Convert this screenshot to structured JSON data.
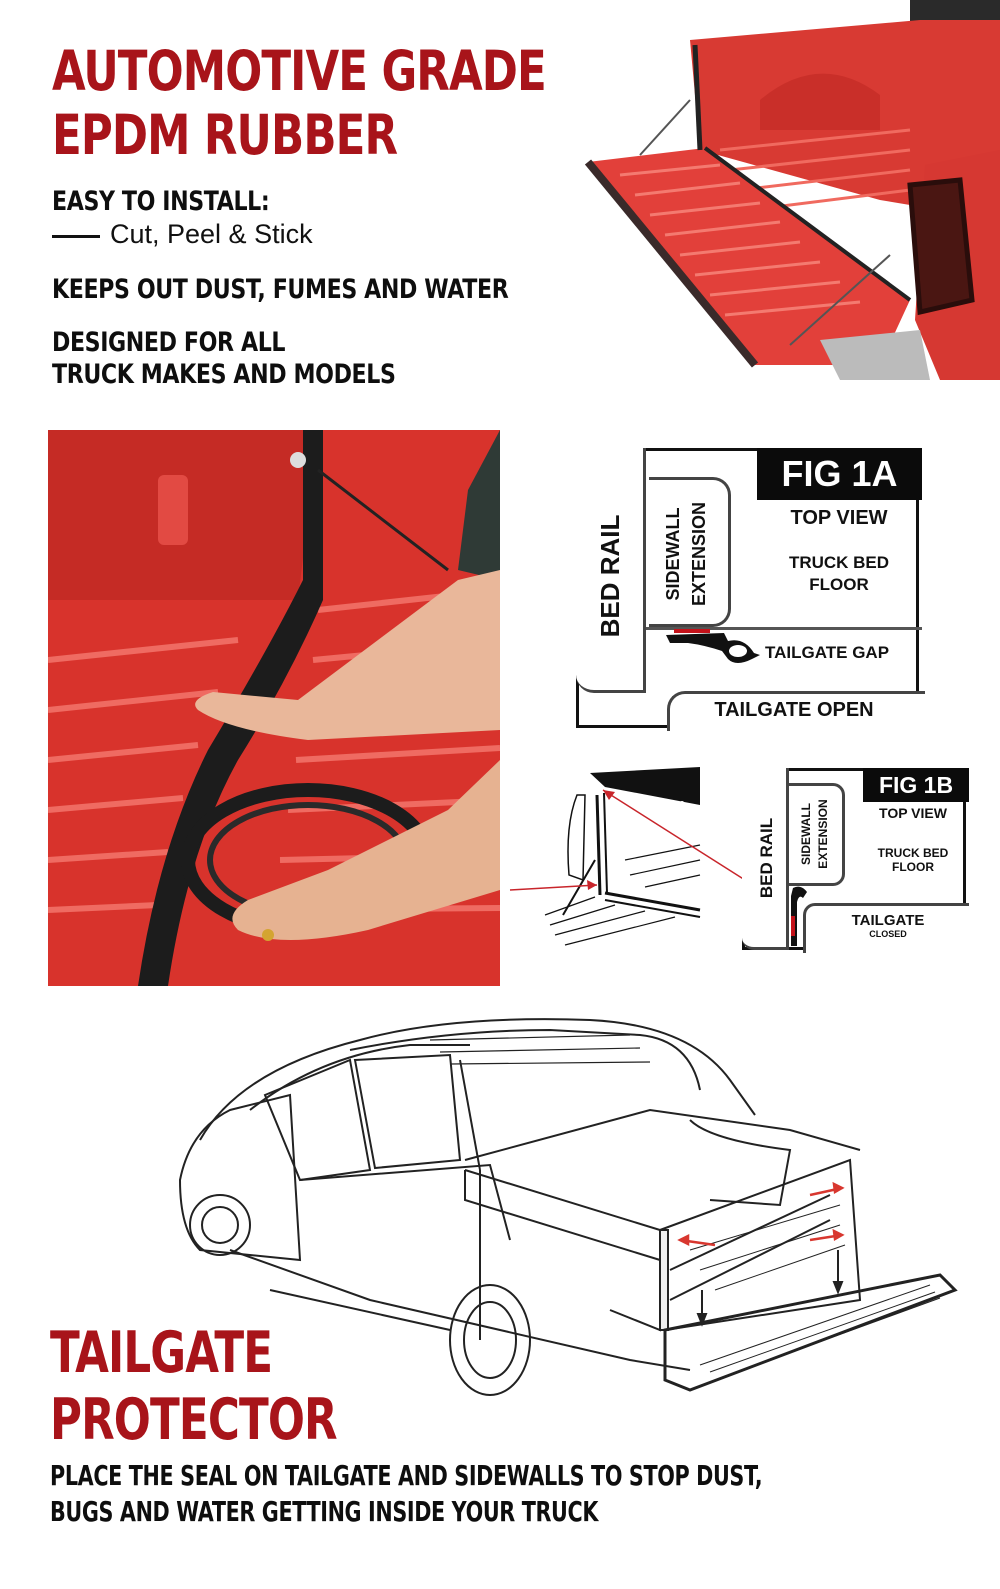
{
  "headline": {
    "line1": "AUTOMOTIVE GRADE",
    "line2": "EPDM RUBBER",
    "color": "#a8141a"
  },
  "features": {
    "install_title": "EASY TO INSTALL:",
    "install_sub": "Cut, Peel & Stick",
    "keeps_out": "KEEPS OUT DUST, FUMES AND WATER",
    "designed_line1": "DESIGNED FOR ALL",
    "designed_line2": "TRUCK MAKES AND MODELS"
  },
  "fig1a": {
    "tag": "FIG 1A",
    "view": "TOP VIEW",
    "floor_line1": "TRUCK BED",
    "floor_line2": "FLOOR",
    "bed_rail": "BED RAIL",
    "sidewall_line1": "SIDEWALL",
    "sidewall_line2": "EXTENSION",
    "gap": "TAILGATE GAP",
    "tailgate": "TAILGATE OPEN"
  },
  "fig1b": {
    "tag": "FIG 1B",
    "view": "TOP VIEW",
    "floor_line1": "TRUCK BED",
    "floor_line2": "FLOOR",
    "bed_rail": "BED RAIL",
    "sidewall_line1": "SIDEWALL",
    "sidewall_line2": "EXTENSION",
    "tailgate": "TAILGATE",
    "tailgate_state": "CLOSED"
  },
  "footer": {
    "title_line1": "TAILGATE",
    "title_line2": "PROTECTOR",
    "desc_line1": "PLACE THE SEAL ON TAILGATE AND SIDEWALLS TO STOP DUST,",
    "desc_line2": "BUGS AND WATER GETTING INSIDE YOUR TRUCK"
  },
  "colors": {
    "brand_red": "#a8141a",
    "truck_red": "#e0332f",
    "seal_black": "#1a1a1a"
  }
}
